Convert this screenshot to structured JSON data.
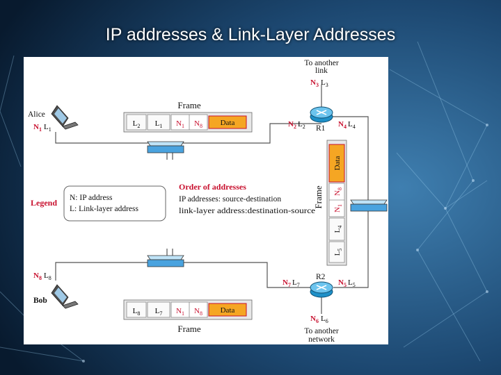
{
  "slide": {
    "title": "IP addresses & Link-Layer Addresses"
  },
  "figure": {
    "top_link": {
      "line1": "To another",
      "line2": "link",
      "n": "N",
      "n_sub": "3",
      "l": "L",
      "l_sub": "3"
    },
    "bottom_network": {
      "line1": "To another",
      "line2": "network",
      "n": "N",
      "n_sub": "6",
      "l": "L",
      "l_sub": "6"
    },
    "alice": {
      "name": "Alice",
      "n": "N",
      "n_sub": "1",
      "l": "L",
      "l_sub": "1"
    },
    "bob": {
      "name": "Bob",
      "n": "N",
      "n_sub": "8",
      "l": "L",
      "l_sub": "8"
    },
    "r1": {
      "name": "R1",
      "left_n": "N",
      "left_n_sub": "2",
      "left_l": "L",
      "left_l_sub": "2",
      "right_n": "N",
      "right_n_sub": "4",
      "right_l": "L",
      "right_l_sub": "4"
    },
    "r2": {
      "name": "R2",
      "left_n": "N",
      "left_n_sub": "7",
      "left_l": "L",
      "left_l_sub": "7",
      "right_n": "N",
      "right_n_sub": "5",
      "right_l": "L",
      "right_l_sub": "5"
    },
    "frame_top": {
      "label": "Frame",
      "fields": [
        {
          "t": "L",
          "s": "2"
        },
        {
          "t": "L",
          "s": "1"
        },
        {
          "t": "N",
          "s": "1"
        },
        {
          "t": "N",
          "s": "8"
        }
      ],
      "data": "Data"
    },
    "frame_right": {
      "label": "Frame",
      "fields": [
        {
          "t": "L",
          "s": "5"
        },
        {
          "t": "L",
          "s": "4"
        },
        {
          "t": "N",
          "s": "1"
        },
        {
          "t": "N",
          "s": "8"
        }
      ],
      "data": "Data"
    },
    "frame_bottom": {
      "label": "Frame",
      "fields": [
        {
          "t": "L",
          "s": "8"
        },
        {
          "t": "L",
          "s": "7"
        },
        {
          "t": "N",
          "s": "1"
        },
        {
          "t": "N",
          "s": "8"
        }
      ],
      "data": "Data"
    },
    "legend": {
      "title": "Legend",
      "line1": "N: IP address",
      "line2": "L: Link-layer address"
    },
    "order": {
      "title": "Order of addresses",
      "line1": "IP addresses: source-destination",
      "line2": "link-layer address:destination-source"
    }
  },
  "colors": {
    "accent_red": "#c8102e",
    "data_orange": "#f5a623",
    "frame_gray": "#e8e8e8",
    "switch_blue": "#4aa3df",
    "router_blue": "#1e90c8"
  }
}
